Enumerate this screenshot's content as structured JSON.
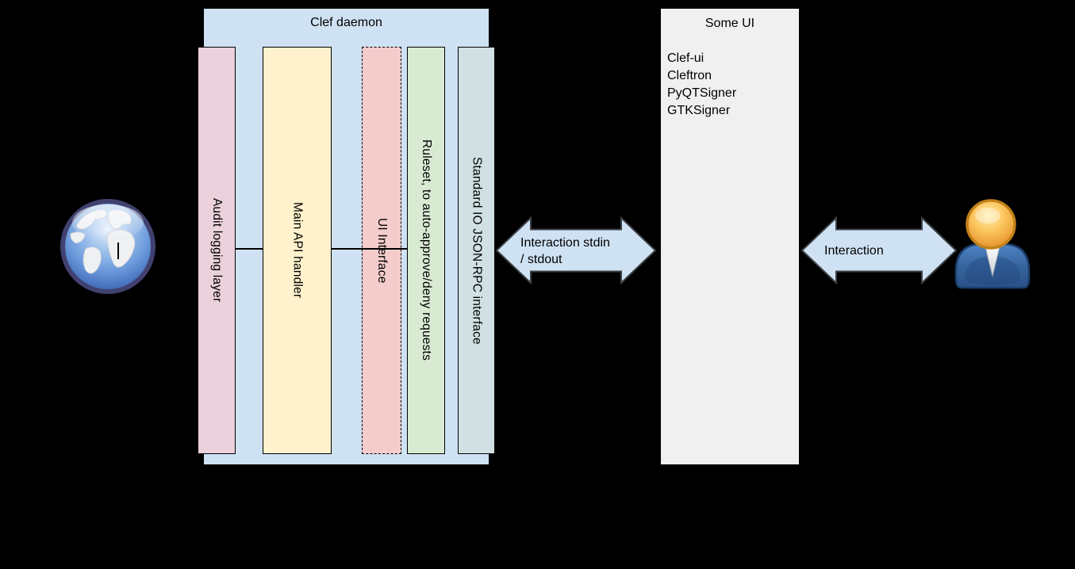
{
  "diagram": {
    "background_color": "#000000",
    "text_color": "#000000"
  },
  "daemon": {
    "title": "Clef daemon",
    "fill": "#cfe2f3",
    "bars": [
      {
        "id": "audit-logging-layer",
        "label": "Audit logging layer",
        "fill": "#ead1dc",
        "border": "solid"
      },
      {
        "id": "main-api-handler",
        "label": "Main API handler",
        "fill": "#fff2cc",
        "border": "solid"
      },
      {
        "id": "ui-interface",
        "label": "UI Interface",
        "fill": "#f4cccc",
        "border": "dashed"
      },
      {
        "id": "ruleset",
        "label": "Ruleset, to auto-approve/deny requests",
        "fill": "#d9ead3",
        "border": "solid"
      },
      {
        "id": "stdio-json-rpc",
        "label": "Standard IO JSON-RPC interface",
        "fill": "#d0e0e3",
        "border": "solid"
      }
    ]
  },
  "some_ui": {
    "title": "Some UI",
    "fill": "#f0f0f0",
    "items": [
      "Clef-ui",
      "Cleftron",
      "PyQTSigner",
      "GTKSigner"
    ]
  },
  "arrows": {
    "stdio": {
      "label": "Interaction stdin\n/ stdout",
      "fill": "#cfe2f3",
      "stroke": "#3d4045",
      "direction": "double"
    },
    "user": {
      "label": "Interaction",
      "fill": "#cfe2f3",
      "stroke": "#3d4045",
      "direction": "double"
    }
  },
  "icons": {
    "left": "globe-icon",
    "right": "user-icon"
  }
}
